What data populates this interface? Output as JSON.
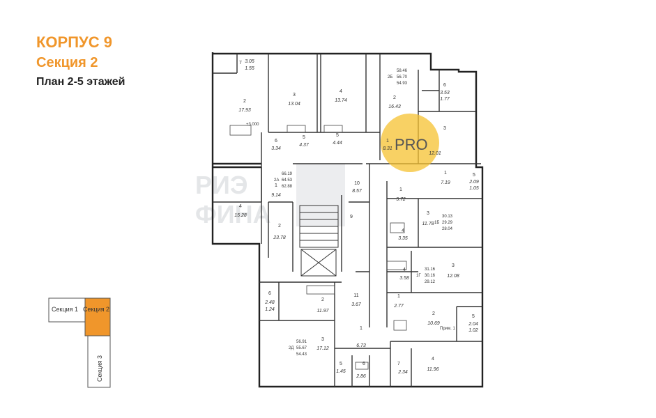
{
  "header": {
    "building": "КОРПУС 9",
    "section": "Секция 2",
    "plan": "План 2-5 этажей"
  },
  "colors": {
    "accent": "#f0962b",
    "highlight": "#f5c230",
    "wall": "#222222"
  },
  "key_plan": {
    "section1": "Секция 1",
    "section2": "Секция 2",
    "section3": "Секция 3"
  },
  "badge": {
    "text": "PRO"
  },
  "watermark": {
    "line1": "РИЭ",
    "line2": "ФИНА"
  },
  "rooms": [
    {
      "num": "7",
      "area": "3.05",
      "sub": "1.55"
    },
    {
      "num": "3",
      "area": "13.04"
    },
    {
      "num": "4",
      "area": "13.74"
    },
    {
      "num": "2",
      "area": "16.43"
    },
    {
      "num": "6",
      "area": "3.53",
      "sub": "1.77"
    },
    {
      "num": "2",
      "area": "17.93"
    },
    {
      "num": "5",
      "area": "4.37"
    },
    {
      "num": "5",
      "area": "4.44"
    },
    {
      "num": "6",
      "area": "3.34"
    },
    {
      "num": "1",
      "area": "8.31"
    },
    {
      "num": "3",
      "area": "12.01"
    },
    {
      "num": "1",
      "area": "9.14"
    },
    {
      "num": "10",
      "area": "8.57"
    },
    {
      "num": "1",
      "area": "5.72"
    },
    {
      "num": "1",
      "area": "7.19"
    },
    {
      "num": "5",
      "area": "2.09",
      "sub": "1.05"
    },
    {
      "num": "4",
      "area": "15.28"
    },
    {
      "num": "2",
      "area": "23.78"
    },
    {
      "num": "9",
      "area": ""
    },
    {
      "num": "4",
      "area": "3.35"
    },
    {
      "num": "3",
      "area": "11.78"
    },
    {
      "num": "4",
      "area": "3.58"
    },
    {
      "num": "3",
      "area": "12.08"
    },
    {
      "num": "6",
      "area": "2.48",
      "sub": "1.24"
    },
    {
      "num": "2",
      "area": "11.97"
    },
    {
      "num": "11",
      "area": "3.67"
    },
    {
      "num": "1",
      "area": "2.77"
    },
    {
      "num": "2",
      "area": "10.69"
    },
    {
      "num": "5",
      "area": "2.04",
      "sub": "1.02"
    },
    {
      "num": "3",
      "area": "17.12"
    },
    {
      "num": "1",
      "area": "6.73"
    },
    {
      "num": "5",
      "area": "1.45"
    },
    {
      "num": "6",
      "area": "2.86"
    },
    {
      "num": "7",
      "area": "2.34"
    },
    {
      "num": "4",
      "area": "11.96"
    }
  ],
  "apartments": [
    {
      "code": "2Б",
      "total": "58.46",
      "a": "56.70",
      "b": "54.93"
    },
    {
      "code": "2А",
      "total": "66.19",
      "a": "64.53",
      "b": "62.88"
    },
    {
      "code": "1Б",
      "total": "30.13",
      "a": "29.29",
      "b": "28.04"
    },
    {
      "code": "1Г",
      "total": "31.16",
      "a": "30.16",
      "b": "29.12"
    },
    {
      "code": "2Д",
      "total": "56.91",
      "a": "55.67",
      "b": "54.43"
    }
  ],
  "notes": {
    "prim": "Прим. 1",
    "level": "+3.000"
  }
}
